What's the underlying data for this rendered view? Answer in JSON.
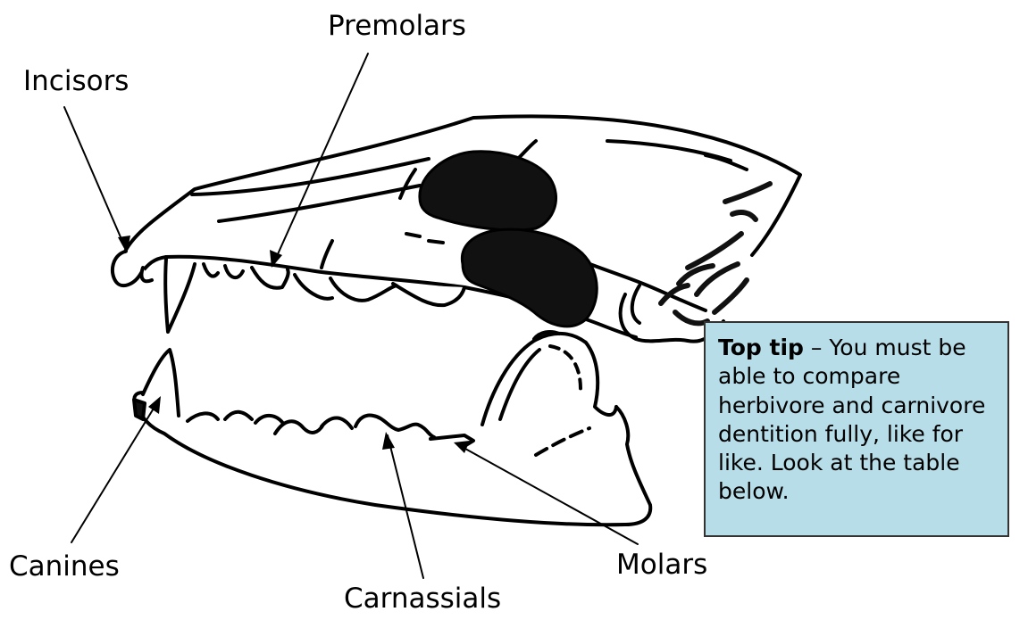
{
  "labels": {
    "premolars": "Premolars",
    "incisors": "Incisors",
    "canines": "Canines",
    "molars": "Molars",
    "carnassials": "Carnassials"
  },
  "tip": {
    "heading": "Top tip",
    "body": " – You must be able to compare herbivore and carnivore dentition fully, like for like. Look at the table below."
  },
  "colors": {
    "tip_background": "#b6dde8",
    "line": "#000000",
    "skull_dark": "#111111"
  }
}
